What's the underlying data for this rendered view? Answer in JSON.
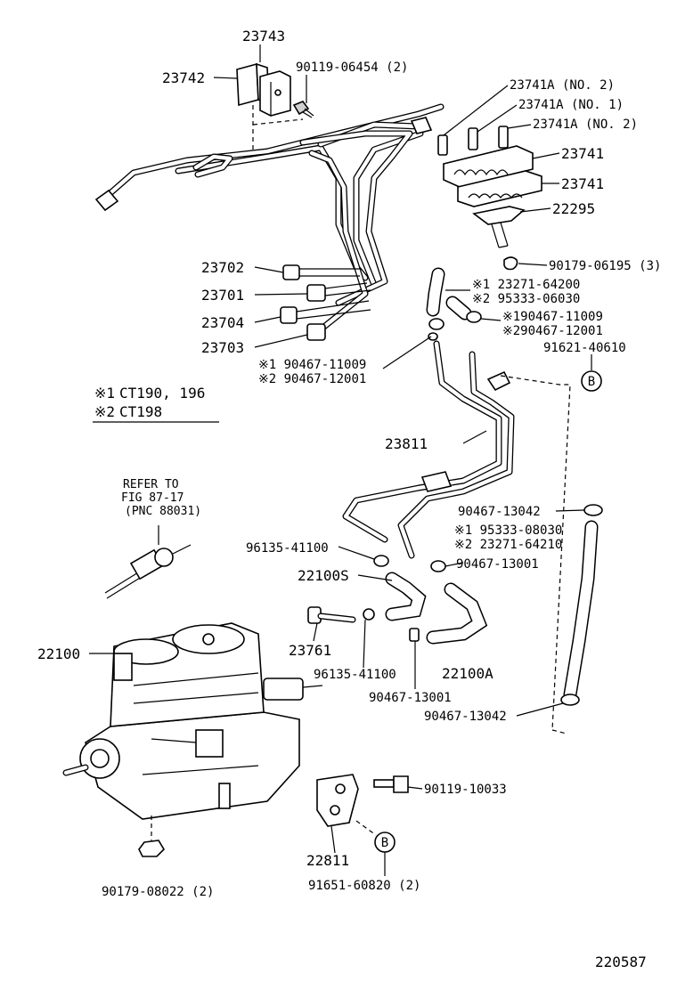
{
  "diagram": {
    "figure_number": "220587",
    "notes": [
      {
        "mark": "※1",
        "text": "CT190, 196"
      },
      {
        "mark": "※2",
        "text": "CT198"
      }
    ],
    "refer": {
      "line1": "REFER TO",
      "line2": "FIG 87-17",
      "line3": "(PNC 88031)"
    },
    "callout_b": "B",
    "labels": {
      "p23743": "23743",
      "p23742": "23742",
      "p90119_06454": "90119-06454 (2)",
      "p23741A_no2_a": "23741A (NO. 2)",
      "p23741A_no1": "23741A (NO. 1)",
      "p23741A_no2_b": "23741A (NO. 2)",
      "p23741_a": "23741",
      "p23741_b": "23741",
      "p22295": "22295",
      "p90179_06195": "90179-06195 (3)",
      "p23702": "23702",
      "p23701": "23701",
      "p23704": "23704",
      "p23703": "23703",
      "p1_23271_64200": "※1 23271-64200",
      "p2_95333_06030": "※2 95333-06030",
      "p1_90467_11009_r": "※190467-11009",
      "p2_90467_12001_r": "※290467-12001",
      "p91621_40610": "91621-40610",
      "p1_90467_11009_l": "※1 90467-11009",
      "p2_90467_12001_l": "※2 90467-12001",
      "p23811": "23811",
      "p90467_13042_a": "90467-13042",
      "p1_95333_08030": "※1 95333-08030",
      "p2_23271_64210": "※2 23271-64210",
      "p96135_41100_a": "96135-41100",
      "p22100S": "22100S",
      "p90467_13001_a": "90467-13001",
      "p22100": "22100",
      "p23761": "23761",
      "p96135_41100_b": "96135-41100",
      "p22100A": "22100A",
      "p90467_13001_b": "90467-13001",
      "p90467_13042_b": "90467-13042",
      "p90119_10033": "90119-10033",
      "p22811": "22811",
      "p91651_60820": "91651-60820 (2)",
      "p90179_08022": "90179-08022 (2)"
    }
  }
}
